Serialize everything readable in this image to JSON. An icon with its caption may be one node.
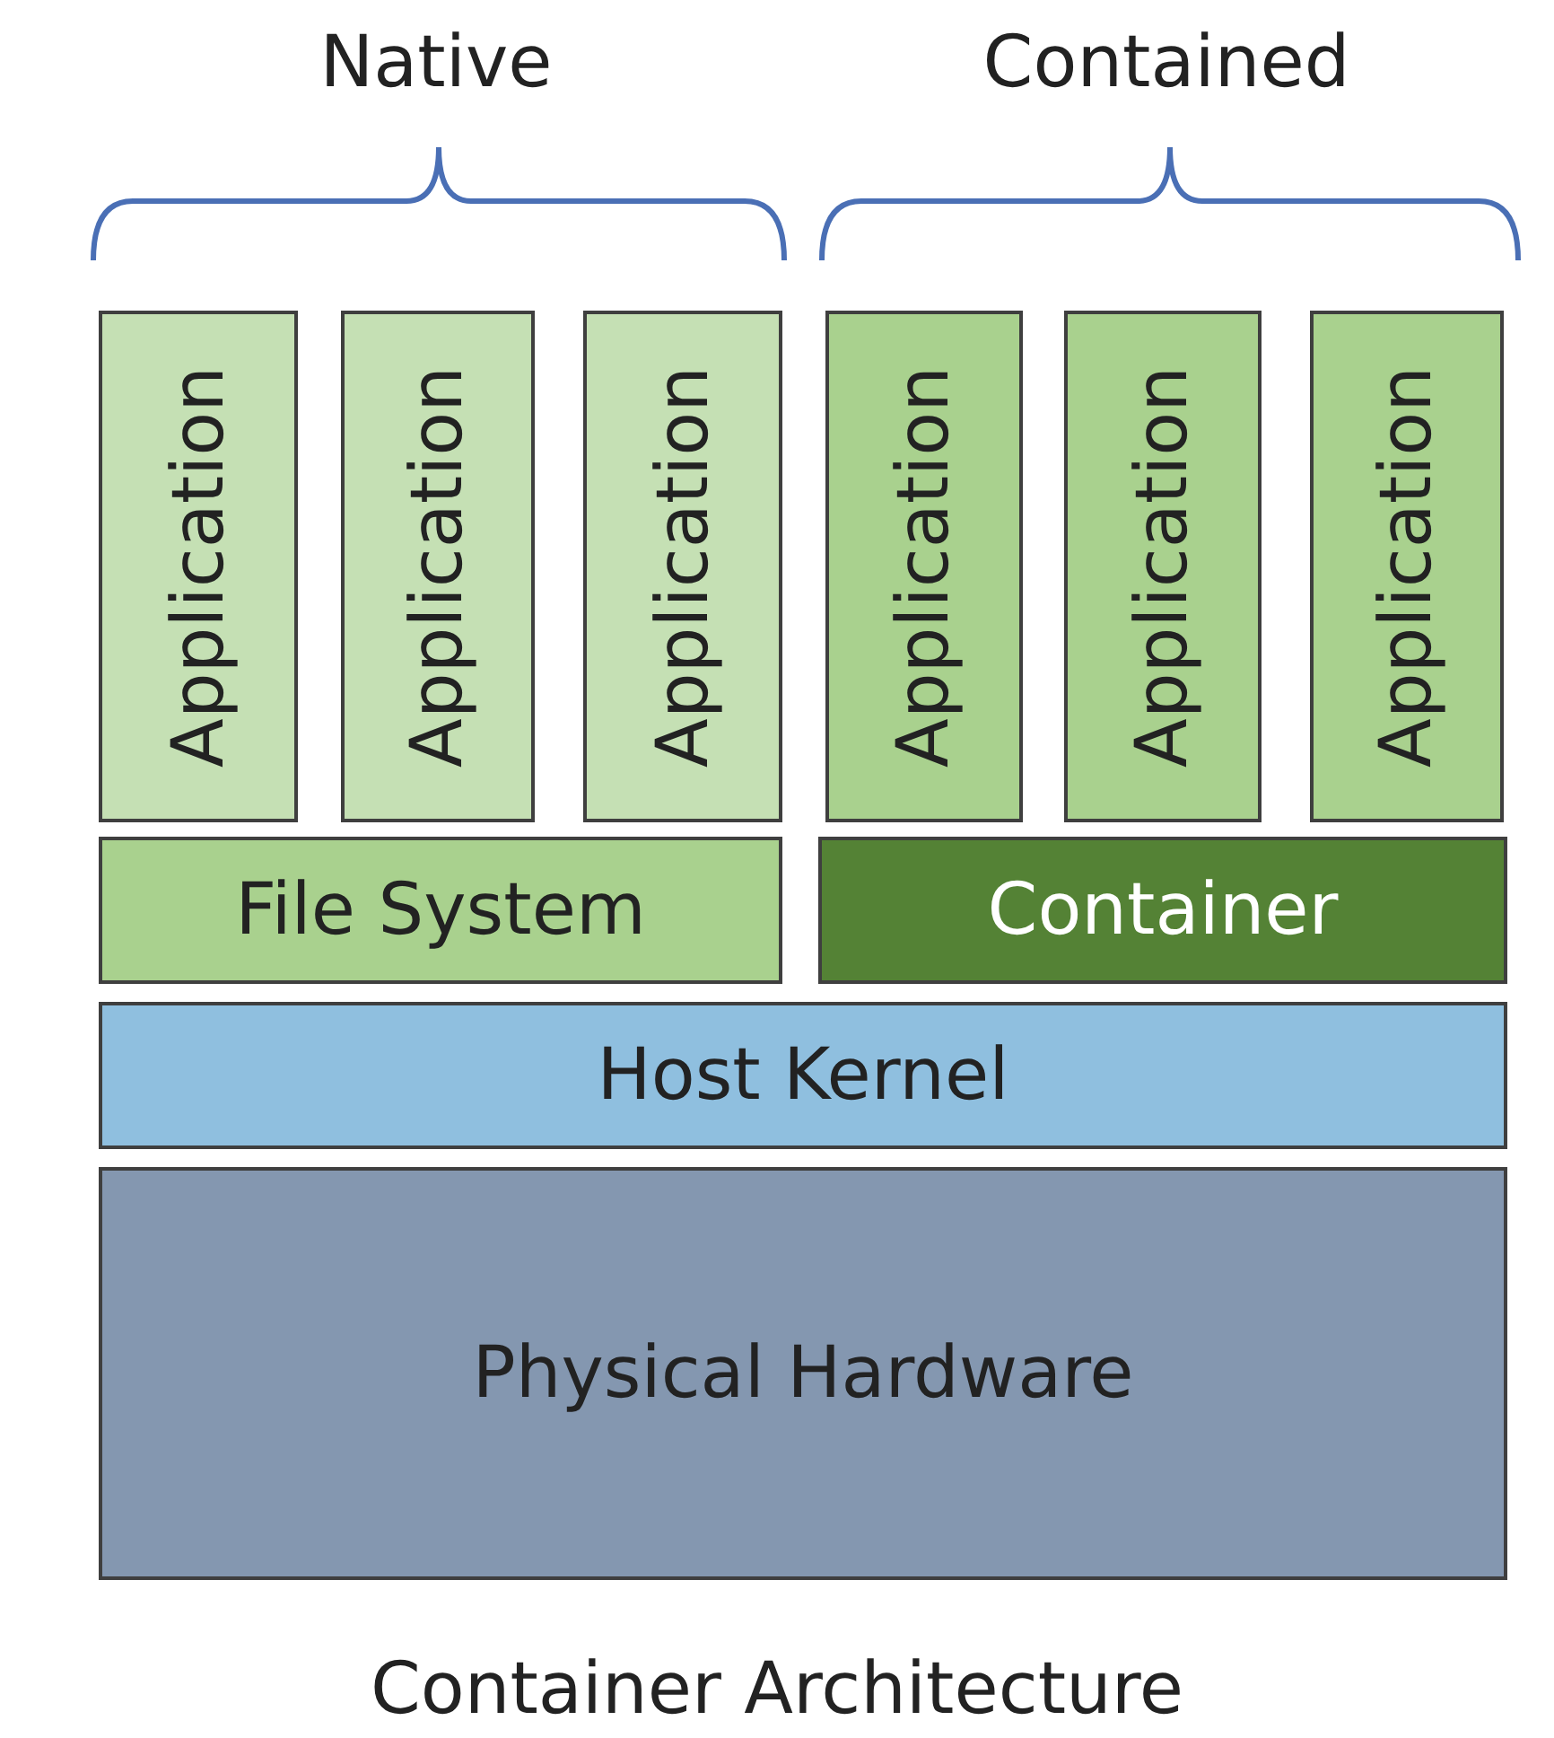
{
  "diagram": {
    "caption": "Container Architecture",
    "nodes": [
      {
        "text": [
          "Application"
        ]
      },
      {
        "text": [
          "Application"
        ]
      },
      {
        "text": [
          "Application"
        ]
      },
      {
        "text": [
          "Application"
        ]
      },
      {
        "text": [
          "Application"
        ]
      },
      {
        "text": [
          "Application"
        ]
      },
      {
        "text": [
          "File System"
        ]
      },
      {
        "text": [
          "Container"
        ]
      },
      {
        "text": [
          "Host Kernel"
        ]
      },
      {
        "text": [
          "Physical Hardware"
        ]
      }
    ],
    "labels": [
      "Native",
      "Contained"
    ]
  }
}
